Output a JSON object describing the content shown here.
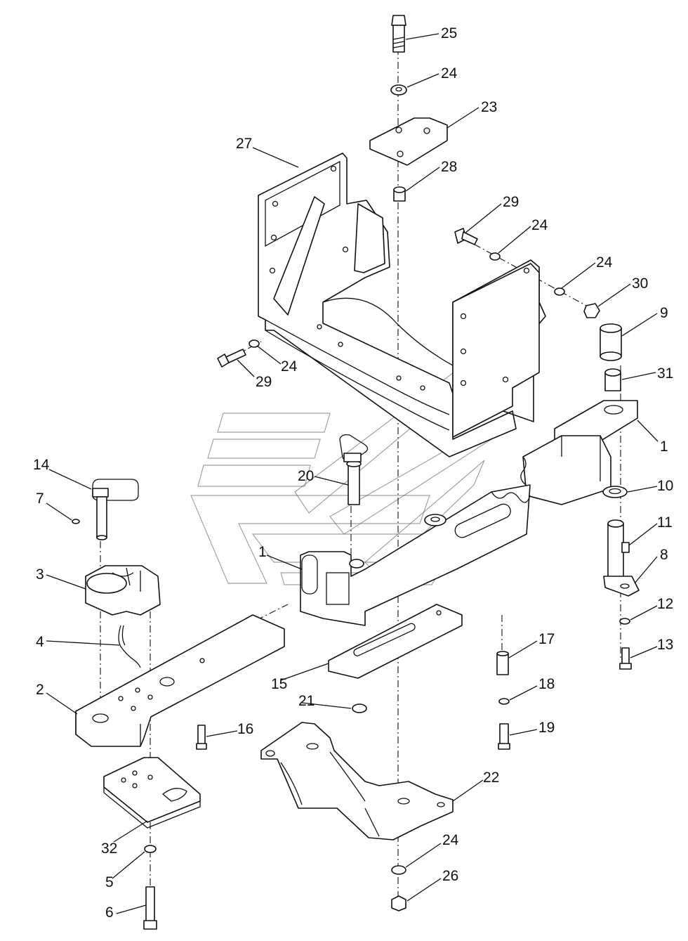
{
  "callouts": [
    {
      "id": "c1",
      "label": "25"
    },
    {
      "id": "c2",
      "label": "24"
    },
    {
      "id": "c3",
      "label": "23"
    },
    {
      "id": "c4",
      "label": "27"
    },
    {
      "id": "c5",
      "label": "28"
    },
    {
      "id": "c6",
      "label": "29"
    },
    {
      "id": "c7",
      "label": "24"
    },
    {
      "id": "c8",
      "label": "24"
    },
    {
      "id": "c9",
      "label": "30"
    },
    {
      "id": "c10",
      "label": "9"
    },
    {
      "id": "c11",
      "label": "24"
    },
    {
      "id": "c12",
      "label": "29"
    },
    {
      "id": "c13",
      "label": "31"
    },
    {
      "id": "c14",
      "label": "1"
    },
    {
      "id": "c15",
      "label": "14"
    },
    {
      "id": "c16",
      "label": "20"
    },
    {
      "id": "c17",
      "label": "10"
    },
    {
      "id": "c18",
      "label": "7"
    },
    {
      "id": "c19",
      "label": "11"
    },
    {
      "id": "c20",
      "label": "1"
    },
    {
      "id": "c21",
      "label": "8"
    },
    {
      "id": "c22",
      "label": "3"
    },
    {
      "id": "c23",
      "label": "12"
    },
    {
      "id": "c24",
      "label": "4"
    },
    {
      "id": "c25",
      "label": "17"
    },
    {
      "id": "c26",
      "label": "13"
    },
    {
      "id": "c27",
      "label": "2"
    },
    {
      "id": "c28",
      "label": "15"
    },
    {
      "id": "c29",
      "label": "18"
    },
    {
      "id": "c30",
      "label": "21"
    },
    {
      "id": "c31",
      "label": "16"
    },
    {
      "id": "c32",
      "label": "19"
    },
    {
      "id": "c33",
      "label": "22"
    },
    {
      "id": "c34",
      "label": "32"
    },
    {
      "id": "c35",
      "label": "24"
    },
    {
      "id": "c36",
      "label": "5"
    },
    {
      "id": "c37",
      "label": "26"
    },
    {
      "id": "c38",
      "label": "6"
    }
  ]
}
